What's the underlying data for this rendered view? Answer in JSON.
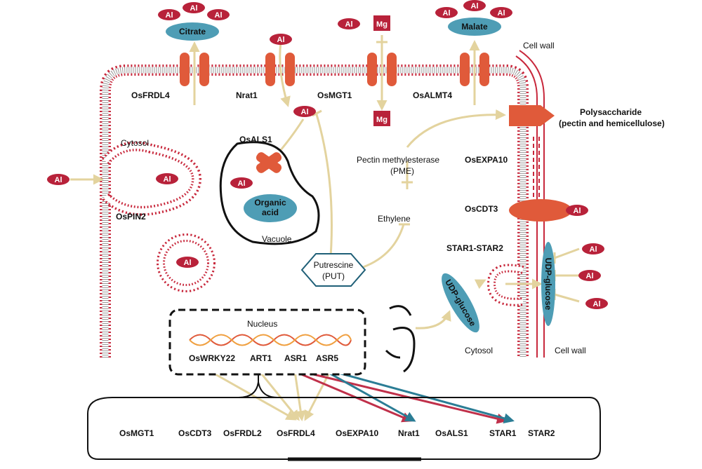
{
  "labels": {
    "al": "Al",
    "mg": "Mg",
    "citrate": "Citrate",
    "malate": "Malate",
    "cell_wall": "Cell wall",
    "osfrdl4": "OsFRDL4",
    "nrat1": "Nrat1",
    "osmgt1": "OsMGT1",
    "osalmt4": "OsALMT4",
    "polysaccharide_1": "Polysaccharide",
    "polysaccharide_2": "(pectin and hemicellulose)",
    "cytosol": "Cytosol",
    "osals1": "OsALS1",
    "pme_1": "Pectin methylesterase",
    "pme_2": "(PME)",
    "osexpa10": "OsEXPA10",
    "ospin2": "OsPIN2",
    "organic_1": "Organic",
    "organic_2": "acid",
    "vacuole": "Vacuole",
    "ethylene": "Ethylene",
    "oscdt3": "OsCDT3",
    "star": "STAR1-STAR2",
    "putrescine_1": "Putrescine",
    "putrescine_2": "(PUT)",
    "udp_glucose": "UDP-glucose",
    "nucleus": "Nucleus"
  },
  "tfs": [
    "OsWRKY22",
    "ART1",
    "ASR1",
    "ASR5"
  ],
  "genes": [
    "OsMGT1",
    "OsCDT3",
    "OsFRDL2",
    "OsFRDL4",
    "OsEXPA10",
    "Nrat1",
    "OsALS1",
    "STAR1",
    "STAR2"
  ],
  "colors": {
    "membrane": "#c8283c",
    "transporter": "#e05a3a",
    "arrow": "#e3d39e",
    "al_pill": "#b8223a",
    "pill_blue": "#4e9db5",
    "asr1_arrow": "#c0304a",
    "asr5_arrow": "#2b7d95"
  }
}
